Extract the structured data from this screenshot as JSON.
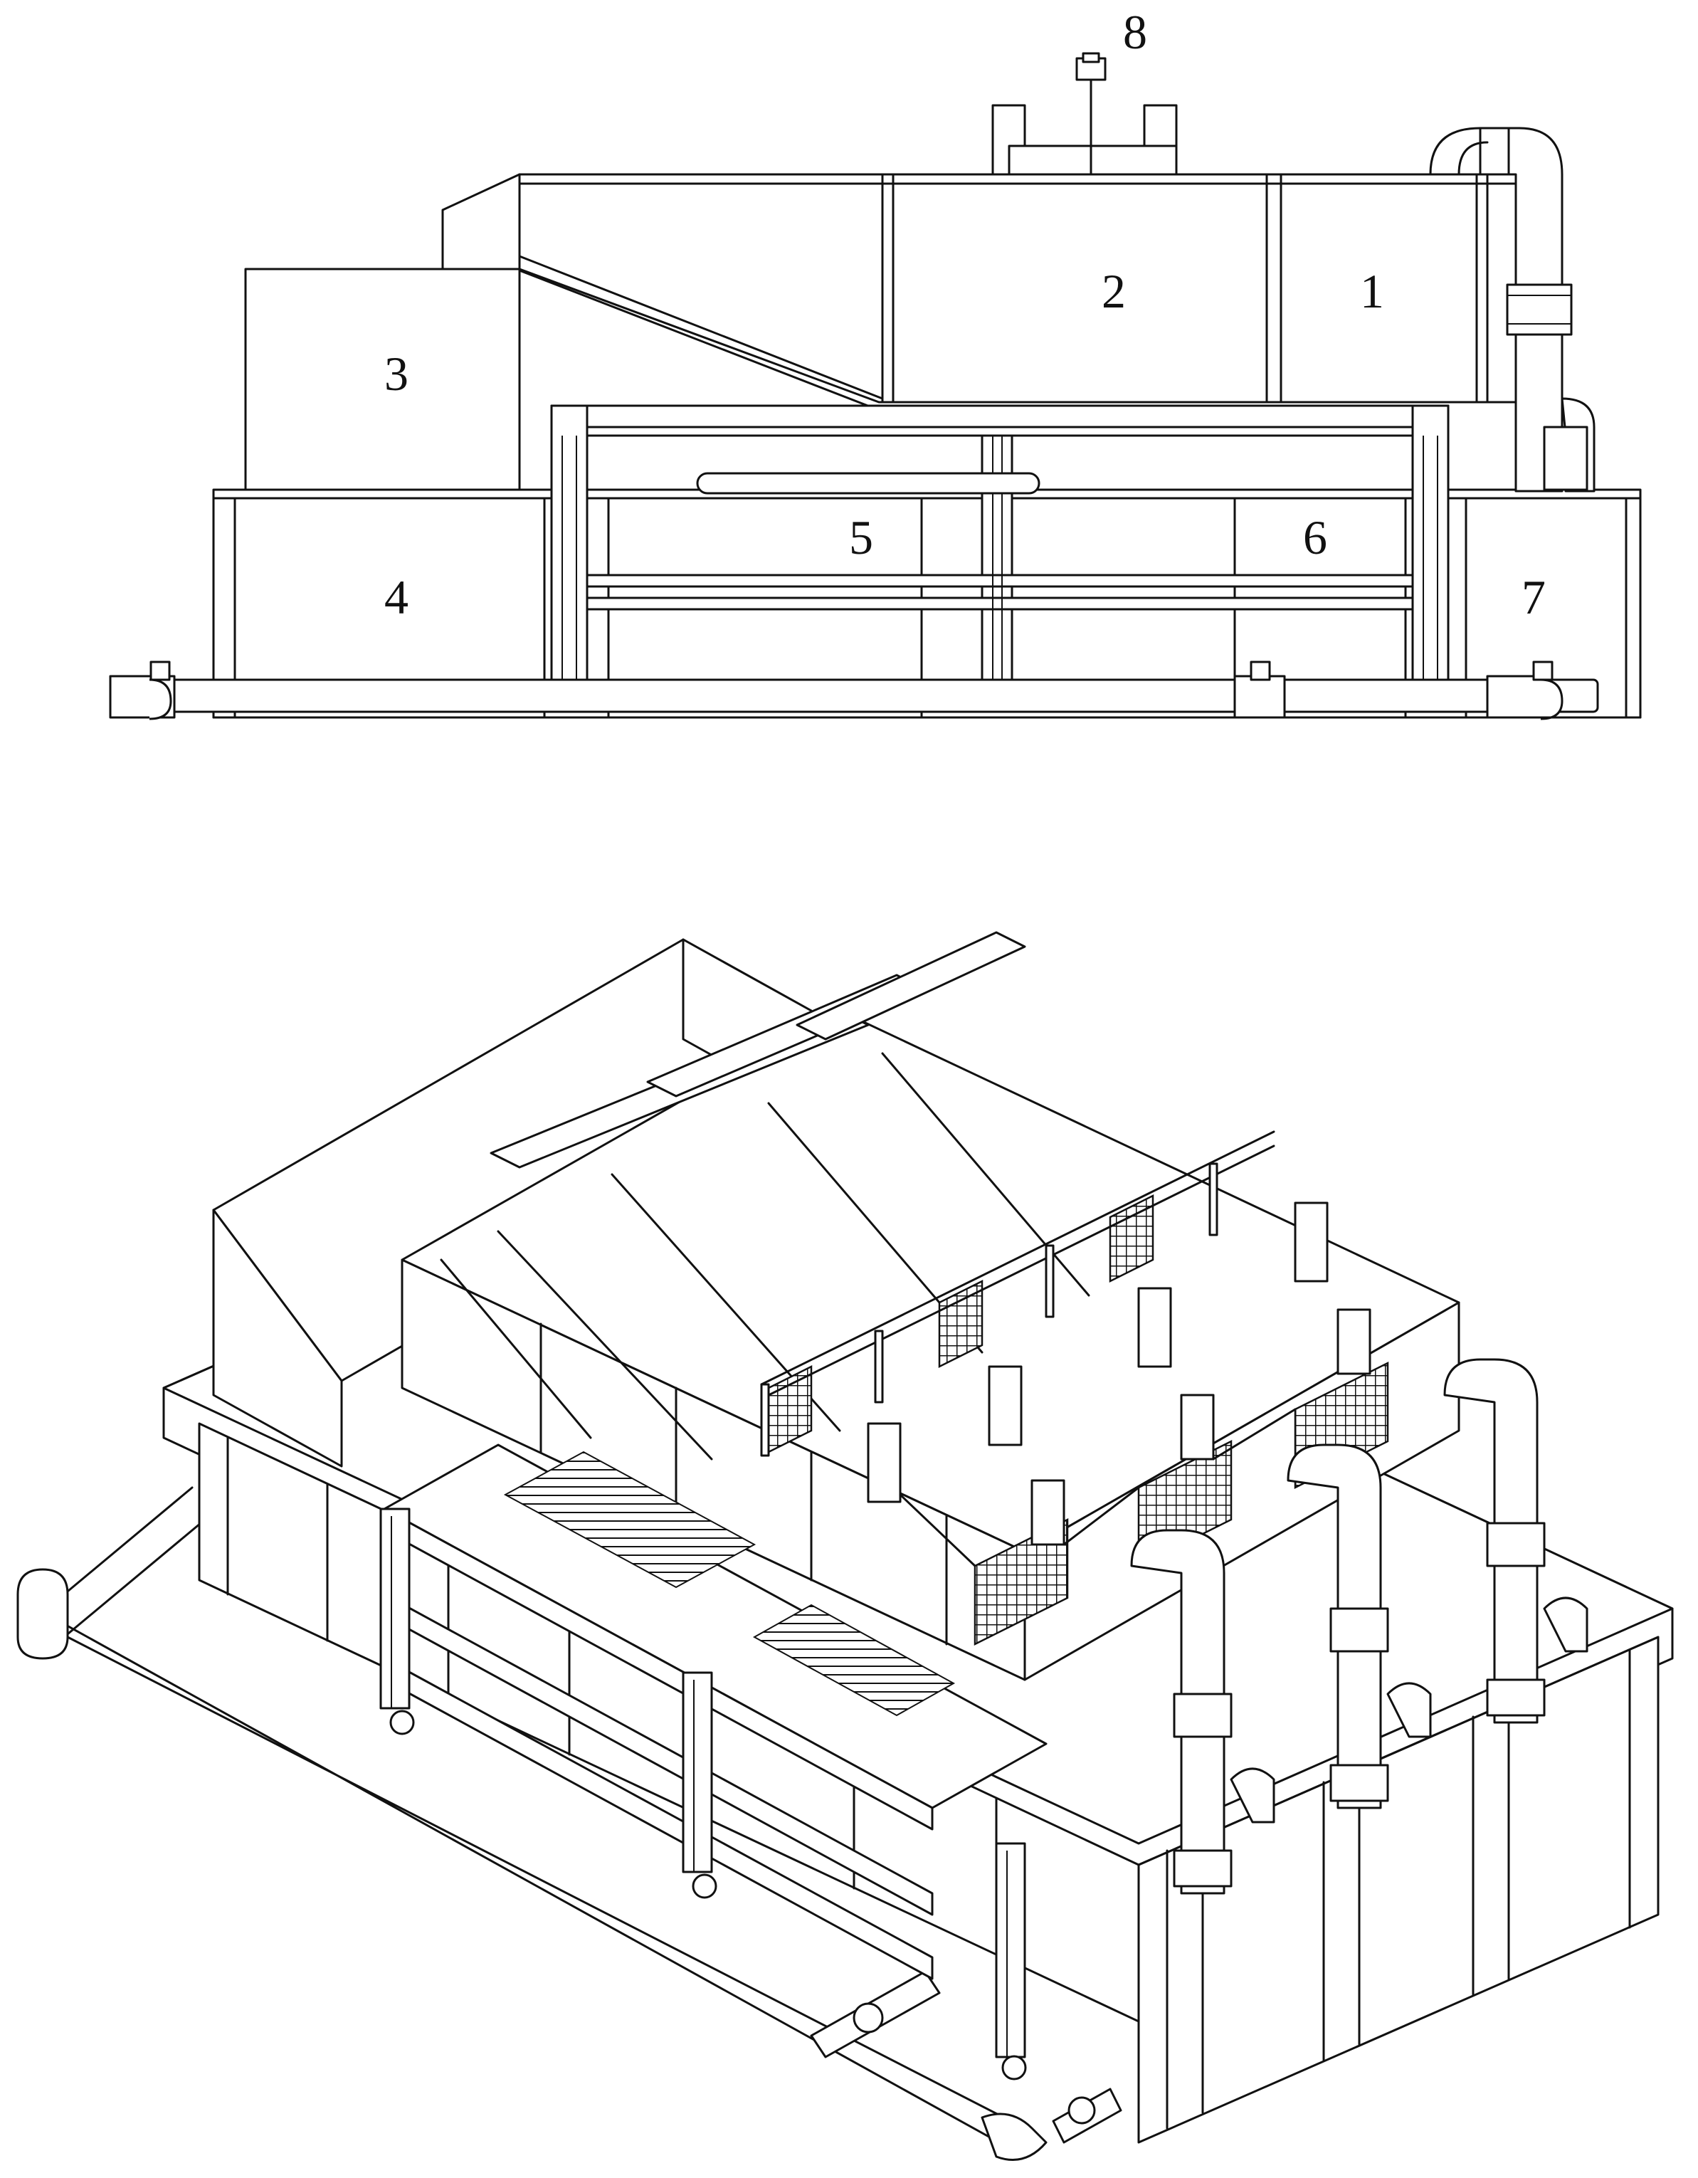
{
  "figure": {
    "side_view_labels": [
      {
        "id": "1",
        "text": "1"
      },
      {
        "id": "2",
        "text": "2"
      },
      {
        "id": "3",
        "text": "3"
      },
      {
        "id": "4",
        "text": "4"
      },
      {
        "id": "5",
        "text": "5"
      },
      {
        "id": "6",
        "text": "6"
      },
      {
        "id": "7",
        "text": "7"
      },
      {
        "id": "8",
        "text": "8"
      }
    ]
  }
}
